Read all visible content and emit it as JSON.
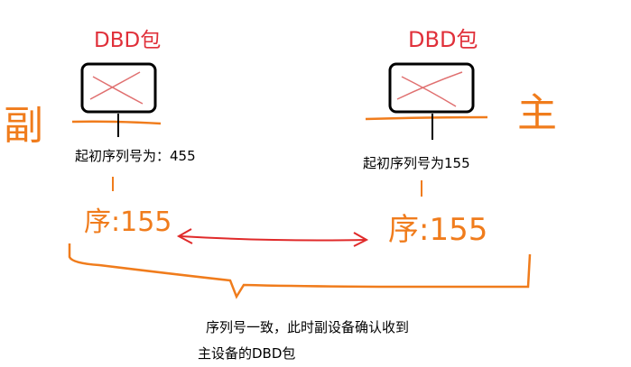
{
  "colors": {
    "orange": "#f07c1c",
    "red": "#e0303a",
    "black": "#000000",
    "box_x": "#e07070",
    "arrow": "#e02a2a"
  },
  "left_node": {
    "packet_label": "DBD包",
    "role_label": "副",
    "initial_seq_text": "起初序列号为：455",
    "seq_label": "序:155"
  },
  "right_node": {
    "packet_label": "DBD包",
    "role_label": "主",
    "initial_seq_text": "起初序列号为155",
    "seq_label": "序:155"
  },
  "caption": {
    "line1": "序列号一致，此时副设备确认收到",
    "line2": "主设备的DBD包"
  }
}
